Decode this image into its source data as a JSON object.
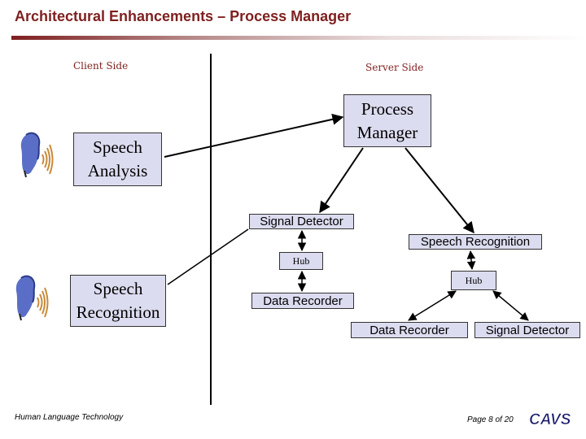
{
  "slide": {
    "title": "Architectural Enhancements – Process Manager",
    "accent_color": "#7f1f1f",
    "box_fill": "#dcdcf0"
  },
  "labels": {
    "client_side": "Client Side",
    "server_side": "Server Side"
  },
  "client": {
    "speech_analysis": "Speech\nAnalysis",
    "speech_recognition": "Speech\nRecognition",
    "icons": [
      "speaking-head-icon",
      "sound-waves-icon"
    ]
  },
  "server": {
    "process_manager": "Process\nManager",
    "signal_detector_top": "Signal Detector",
    "speech_recognition": "Speech Recognition",
    "hub_left": "Hub",
    "hub_right": "Hub",
    "data_recorder_left": "Data Recorder",
    "data_recorder_right": "Data Recorder",
    "signal_detector_right": "Signal Detector"
  },
  "footer": {
    "left_text": "Human Language Technology",
    "page_text": "Page 8 of 20",
    "logo_text": "CAVS"
  }
}
